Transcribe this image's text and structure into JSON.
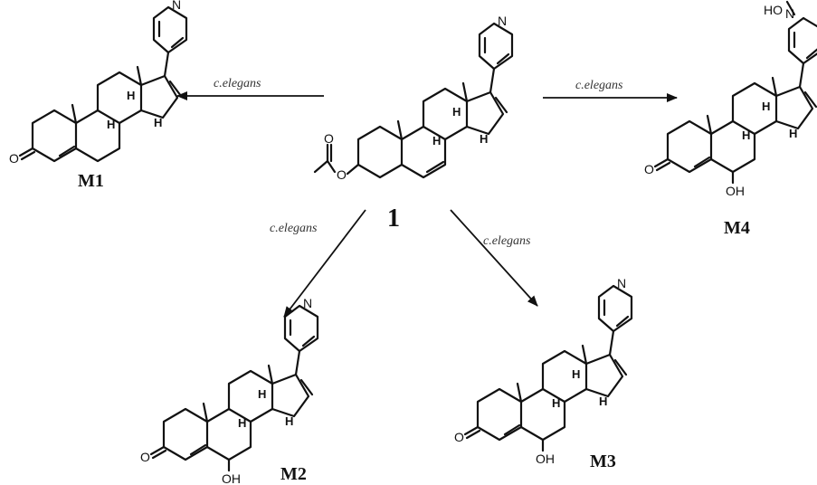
{
  "compounds": [
    {
      "id": "1",
      "label": "1"
    },
    {
      "id": "M1",
      "label": "M1"
    },
    {
      "id": "M2",
      "label": "M2"
    },
    {
      "id": "M3",
      "label": "M3"
    },
    {
      "id": "M4",
      "label": "M4"
    }
  ],
  "reactions": [
    {
      "from": "1",
      "to": "M1",
      "organism": "c.elegans"
    },
    {
      "from": "1",
      "to": "M4",
      "organism": "c.elegans"
    },
    {
      "from": "1",
      "to": "M2",
      "organism": "c.elegans"
    },
    {
      "from": "1",
      "to": "M3",
      "organism": "c.elegans"
    }
  ],
  "atom_labels": {
    "N": "N",
    "H": "H",
    "O": "O",
    "OH": "OH",
    "HO": "HO"
  }
}
